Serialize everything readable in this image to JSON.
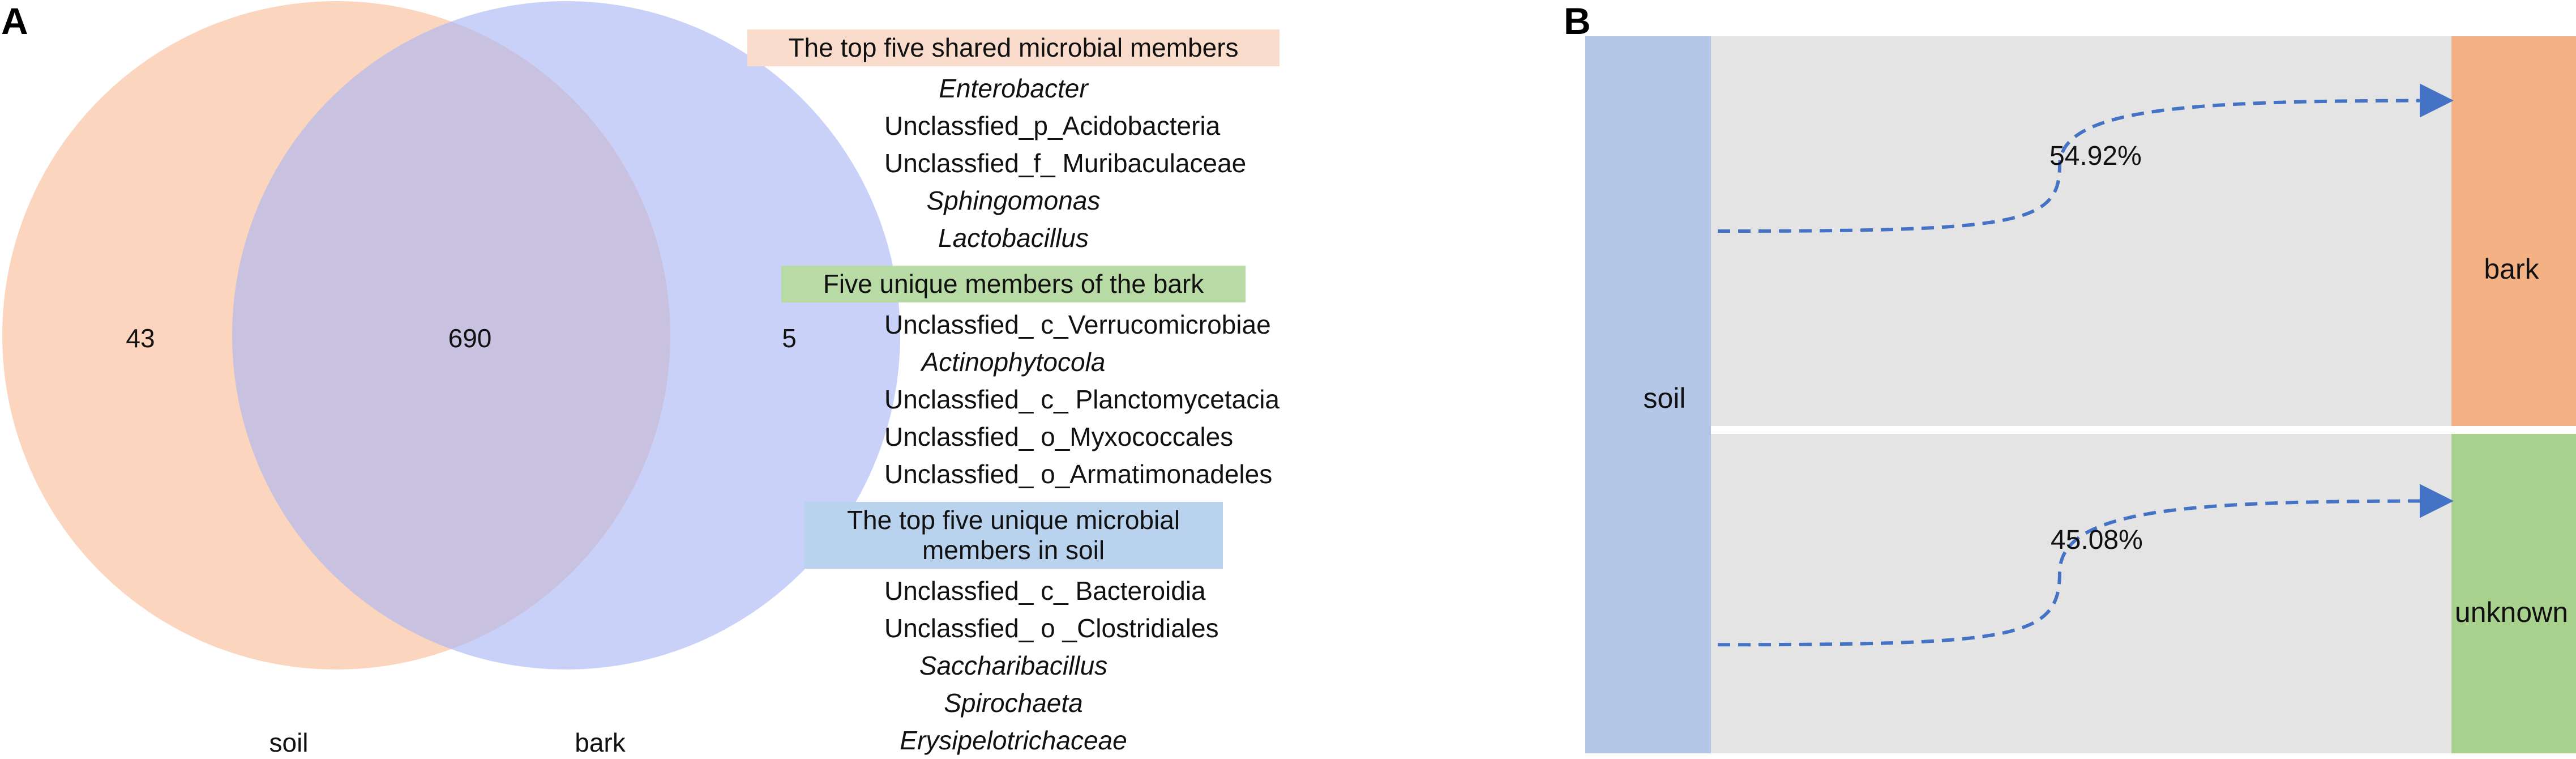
{
  "panels": {
    "a": "A",
    "b": "B"
  },
  "venn": {
    "left": {
      "label": "soil",
      "unique_count": "43",
      "color": "#f9c5a5"
    },
    "right": {
      "label": "bark",
      "unique_count": "5",
      "color": "#aab4f6"
    },
    "shared_count": "690"
  },
  "members": {
    "shared": {
      "title": "The top five shared microbial members",
      "color": "#f9dccb",
      "items": [
        {
          "text": "Enterobacter",
          "italic": true
        },
        {
          "text": "Unclassfied_p_Acidobacteria",
          "italic": false
        },
        {
          "text": "Unclassfied_f_ Muribaculaceae",
          "italic": false
        },
        {
          "text": "Sphingomonas",
          "italic": true
        },
        {
          "text": "Lactobacillus",
          "italic": true
        }
      ]
    },
    "bark": {
      "title": "Five unique members of the bark",
      "color": "#b8dba6",
      "items": [
        {
          "text": "Unclassfied_ c_Verrucomicrobiae",
          "italic": false
        },
        {
          "text": "Actinophytocola",
          "italic": true
        },
        {
          "text": "Unclassfied_ c_ Planctomycetacia",
          "italic": false
        },
        {
          "text": "Unclassfied_ o_Myxococcales",
          "italic": false
        },
        {
          "text": "Unclassfied_ o_Armatimonadeles",
          "italic": false
        }
      ]
    },
    "soil": {
      "title_line1": "The top five unique microbial",
      "title_line2": "members in soil",
      "color": "#b9d3ee",
      "items": [
        {
          "text": "Unclassfied_ c_ Bacteroidia",
          "italic": false
        },
        {
          "text": "Unclassfied_ o _Clostridiales",
          "italic": false
        },
        {
          "text": "Saccharibacillus",
          "italic": true
        },
        {
          "text": "Spirochaeta",
          "italic": true
        },
        {
          "text": "Erysipelotrichaceae",
          "italic": true
        }
      ]
    }
  },
  "flow": {
    "source": {
      "label": "soil",
      "color": "#b4c7e7"
    },
    "targets": [
      {
        "label": "bark",
        "percent": "54.92%",
        "share": 0.5492,
        "color": "#f4b183"
      },
      {
        "label": "unknown",
        "percent": "45.08%",
        "share": 0.4508,
        "color": "#a9d18e"
      }
    ],
    "band_color": "#e4e4e4",
    "arrow_color": "#4472c4"
  }
}
